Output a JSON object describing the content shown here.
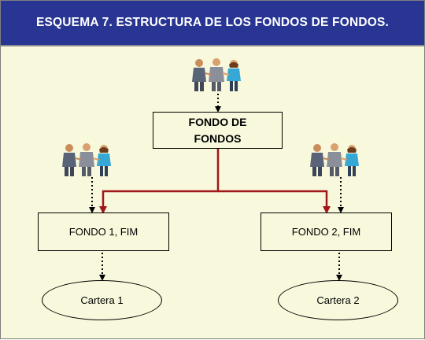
{
  "title": "ESQUEMA 7. ESTRUCTURA DE LOS FONDOS DE FONDOS.",
  "nodes": {
    "fondo_de_fondos": "FONDO DE\nFONDOS",
    "fondo_1": "FONDO 1, FIM",
    "fondo_2": "FONDO 2, FIM"
  },
  "portfolios": {
    "cartera_1": "Cartera 1",
    "cartera_2": "Cartera 2"
  },
  "icons": [
    "investors-group-icon",
    "investors-group-icon",
    "investors-group-icon"
  ],
  "colors": {
    "title_bg": "#283593",
    "background": "#f8f8dc",
    "main_connector": "#a01818"
  }
}
